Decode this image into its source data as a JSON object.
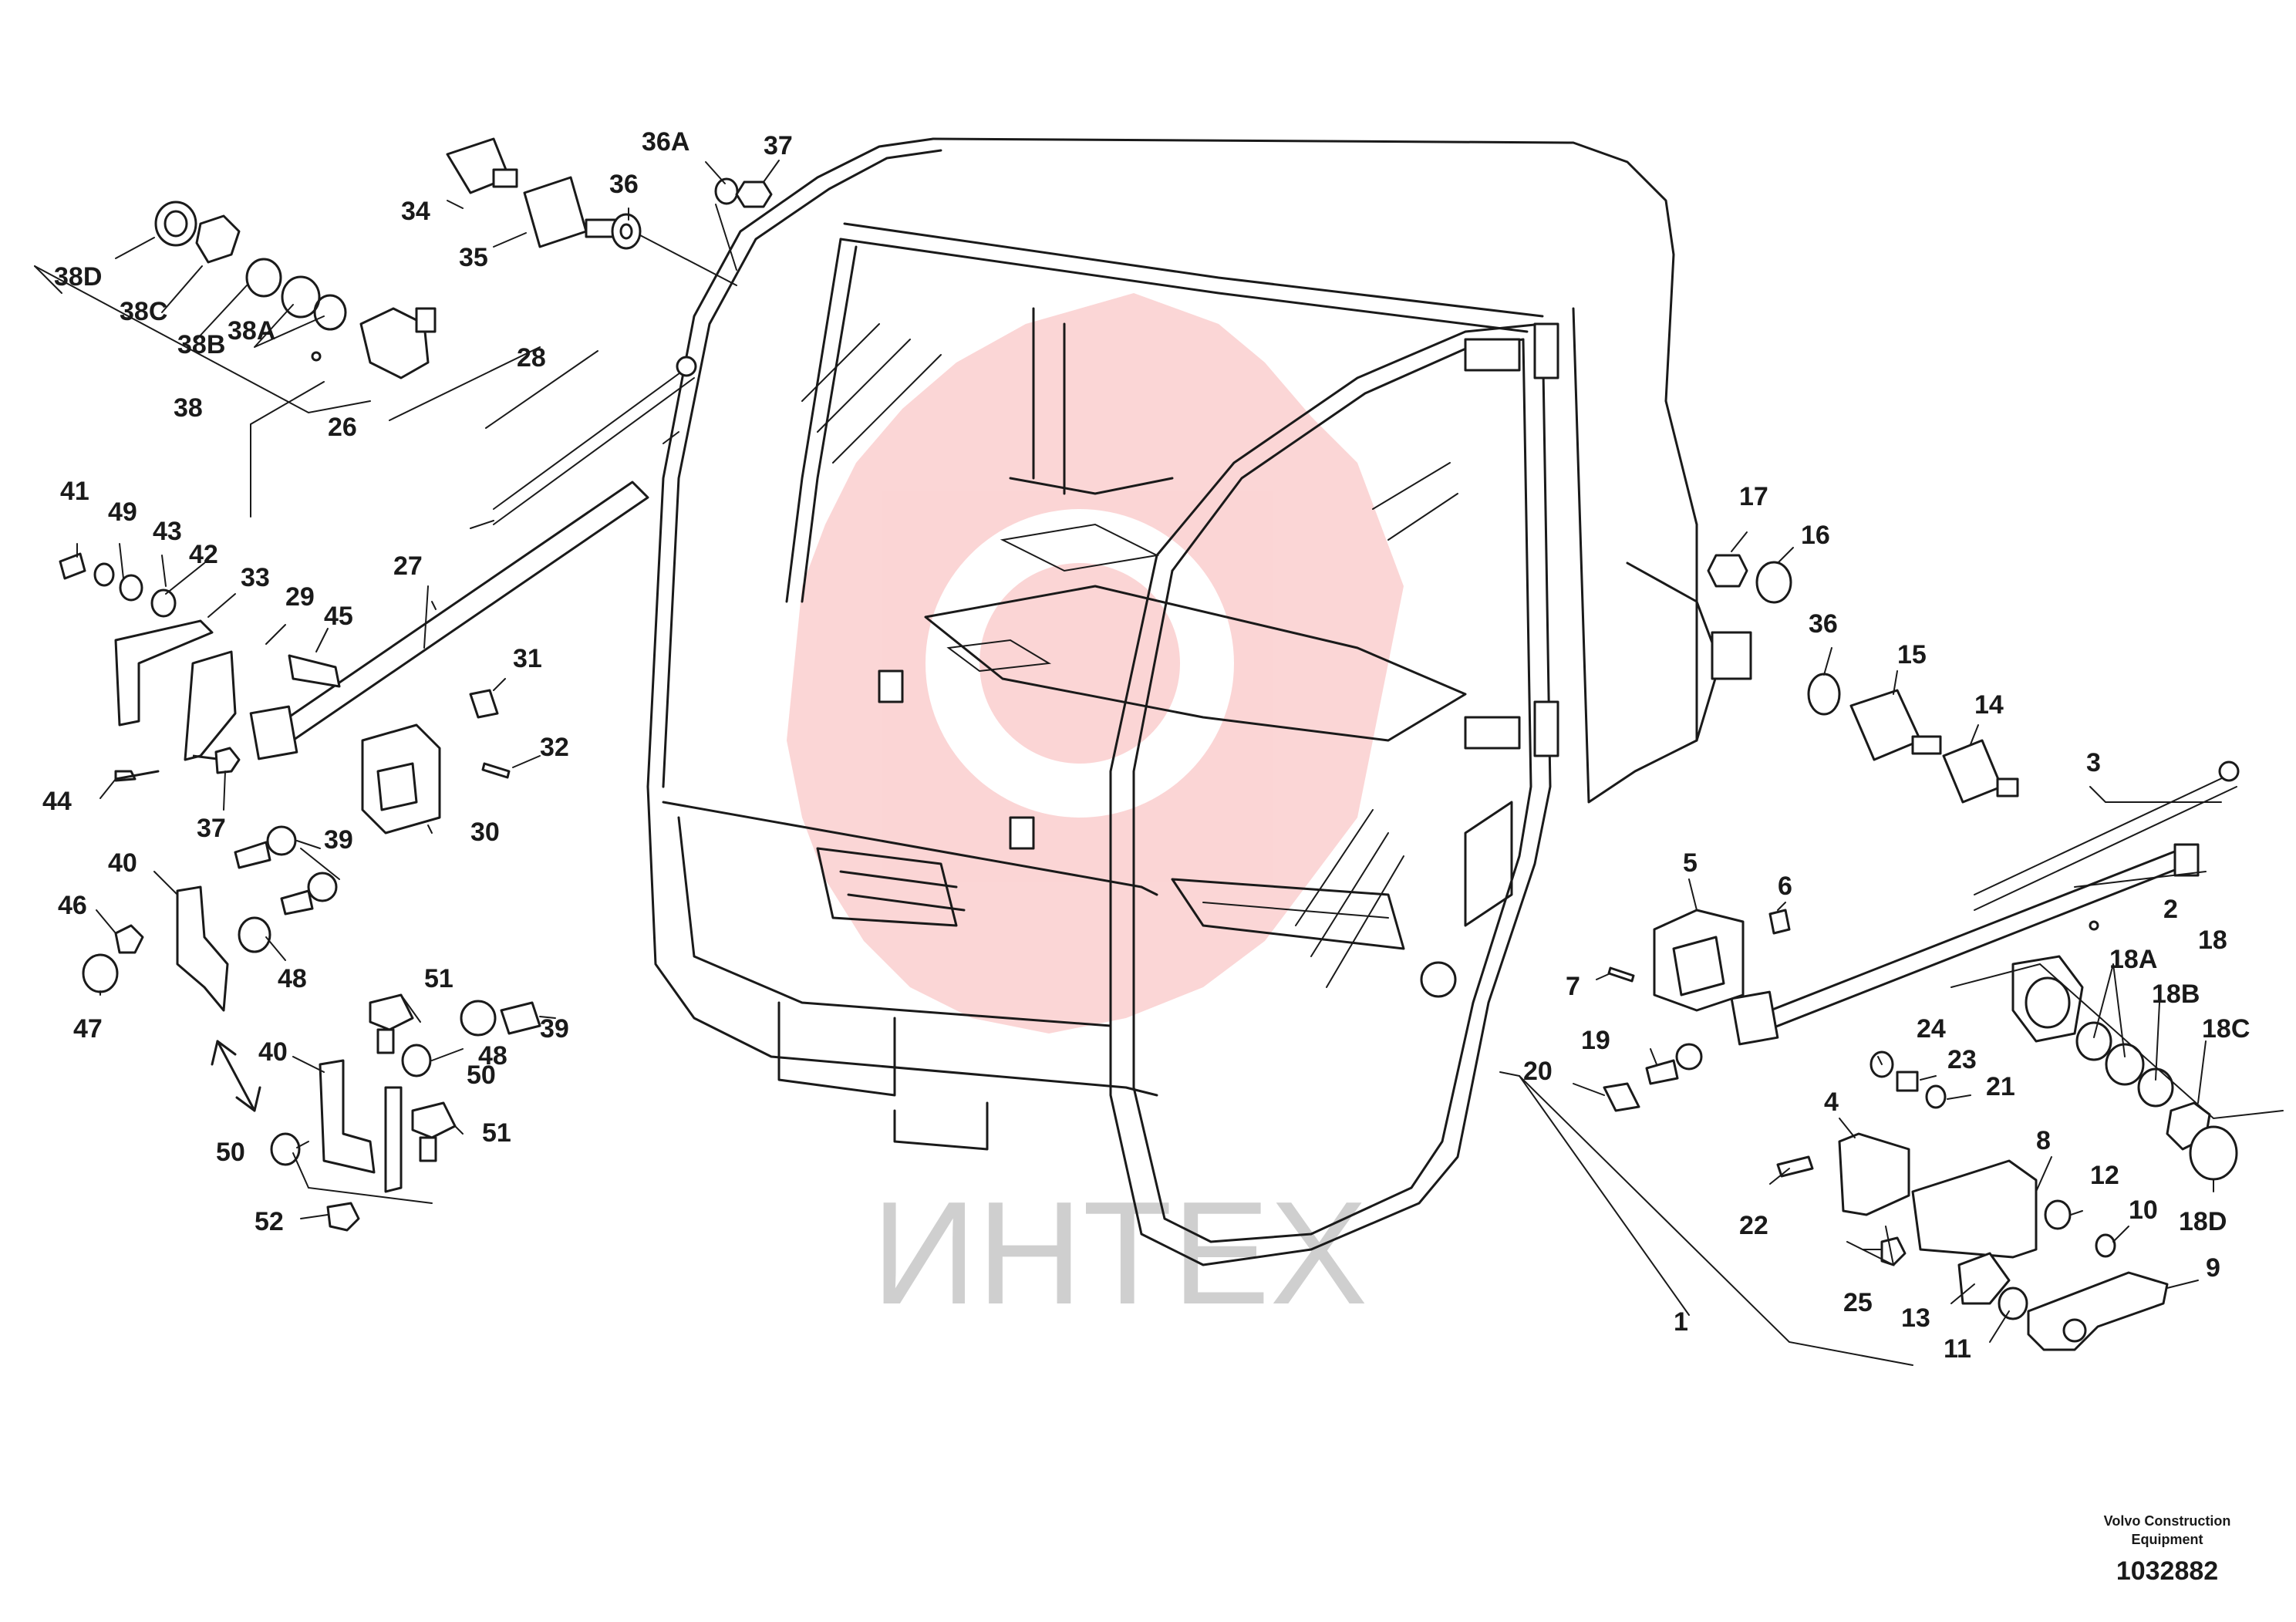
{
  "diagram": {
    "watermark_text": "ИНТЕХ",
    "publisher_line1": "Volvo Construction",
    "publisher_line2": "Equipment",
    "drawing_number": "1032882",
    "watermark_color": "#f26a6a",
    "line_color": "#1a1a1a"
  },
  "callouts": [
    {
      "id": "1",
      "text": "1"
    },
    {
      "id": "2",
      "text": "2"
    },
    {
      "id": "3",
      "text": "3"
    },
    {
      "id": "4",
      "text": "4"
    },
    {
      "id": "5",
      "text": "5"
    },
    {
      "id": "6",
      "text": "6"
    },
    {
      "id": "7",
      "text": "7"
    },
    {
      "id": "8",
      "text": "8"
    },
    {
      "id": "9",
      "text": "9"
    },
    {
      "id": "10",
      "text": "10"
    },
    {
      "id": "11",
      "text": "11"
    },
    {
      "id": "12",
      "text": "12"
    },
    {
      "id": "13",
      "text": "13"
    },
    {
      "id": "14",
      "text": "14"
    },
    {
      "id": "15",
      "text": "15"
    },
    {
      "id": "16",
      "text": "16"
    },
    {
      "id": "17",
      "text": "17"
    },
    {
      "id": "18",
      "text": "18"
    },
    {
      "id": "18A",
      "text": "18A"
    },
    {
      "id": "18B",
      "text": "18B"
    },
    {
      "id": "18C",
      "text": "18C"
    },
    {
      "id": "18D",
      "text": "18D"
    },
    {
      "id": "19",
      "text": "19"
    },
    {
      "id": "20",
      "text": "20"
    },
    {
      "id": "21",
      "text": "21"
    },
    {
      "id": "22",
      "text": "22"
    },
    {
      "id": "23",
      "text": "23"
    },
    {
      "id": "24",
      "text": "24"
    },
    {
      "id": "25",
      "text": "25"
    },
    {
      "id": "26",
      "text": "26"
    },
    {
      "id": "27",
      "text": "27"
    },
    {
      "id": "28",
      "text": "28"
    },
    {
      "id": "29",
      "text": "29"
    },
    {
      "id": "30",
      "text": "30"
    },
    {
      "id": "31",
      "text": "31"
    },
    {
      "id": "32",
      "text": "32"
    },
    {
      "id": "33",
      "text": "33"
    },
    {
      "id": "34",
      "text": "34"
    },
    {
      "id": "35",
      "text": "35"
    },
    {
      "id": "36",
      "text": "36"
    },
    {
      "id": "36A",
      "text": "36A"
    },
    {
      "id": "37",
      "text": "37"
    },
    {
      "id": "38",
      "text": "38"
    },
    {
      "id": "38A",
      "text": "38A"
    },
    {
      "id": "38B",
      "text": "38B"
    },
    {
      "id": "38C",
      "text": "38C"
    },
    {
      "id": "38D",
      "text": "38D"
    },
    {
      "id": "39",
      "text": "39"
    },
    {
      "id": "40",
      "text": "40"
    },
    {
      "id": "41",
      "text": "41"
    },
    {
      "id": "42",
      "text": "42"
    },
    {
      "id": "43",
      "text": "43"
    },
    {
      "id": "44",
      "text": "44"
    },
    {
      "id": "45",
      "text": "45"
    },
    {
      "id": "46",
      "text": "46"
    },
    {
      "id": "47",
      "text": "47"
    },
    {
      "id": "48",
      "text": "48"
    },
    {
      "id": "49",
      "text": "49"
    },
    {
      "id": "50",
      "text": "50"
    },
    {
      "id": "51",
      "text": "51"
    },
    {
      "id": "52",
      "text": "52"
    }
  ]
}
